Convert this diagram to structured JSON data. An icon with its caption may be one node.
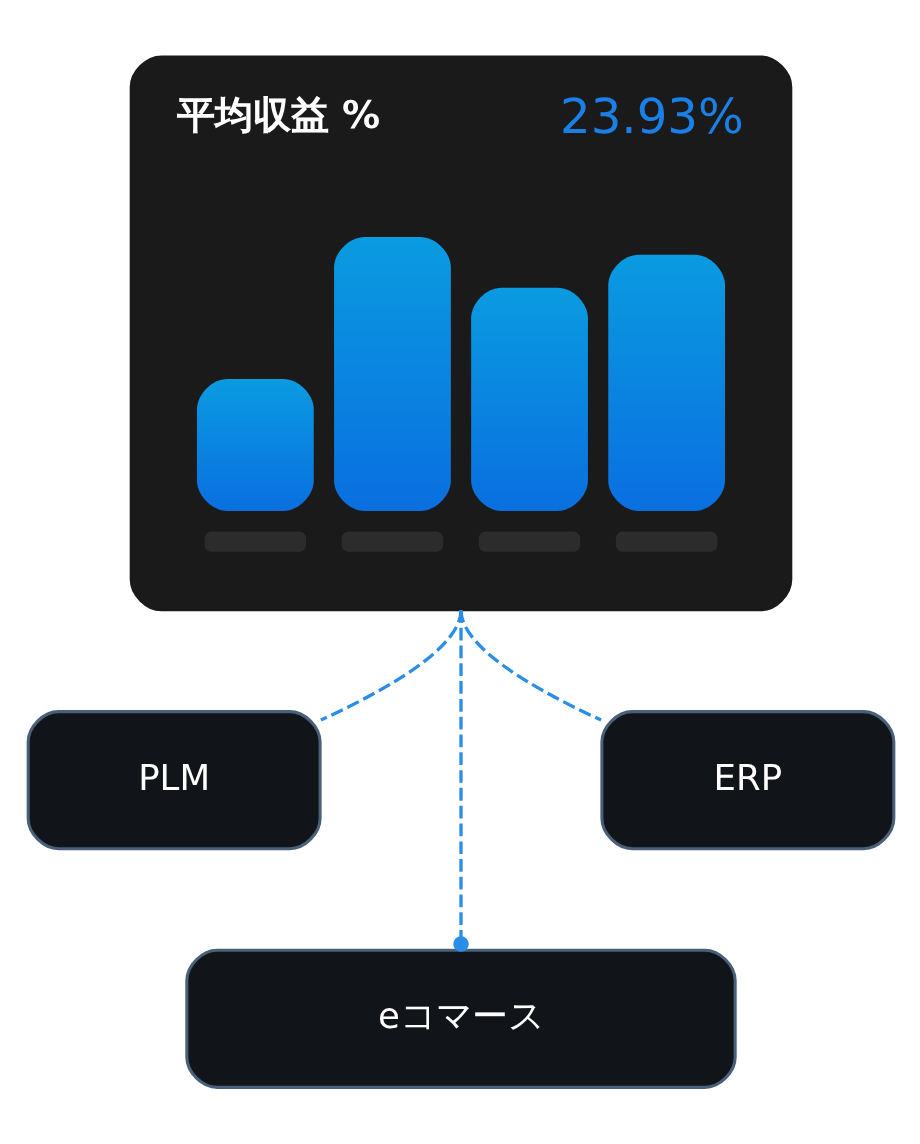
{
  "diagram": {
    "nodes": [
      {
        "text": [
          "平均収益 %",
          "23.93%"
        ]
      },
      {
        "text": [
          "PLM"
        ]
      },
      {
        "text": [
          "ERP"
        ]
      },
      {
        "text": [
          "eコマース"
        ]
      }
    ],
    "edges": [
      {
        "from": 0,
        "to": 1,
        "arrow": "none",
        "style": "dashed"
      },
      {
        "from": 0,
        "to": 3,
        "arrow": "other",
        "style": "dashed"
      },
      {
        "from": 0,
        "to": 2,
        "arrow": "none",
        "style": "dashed"
      }
    ]
  }
}
